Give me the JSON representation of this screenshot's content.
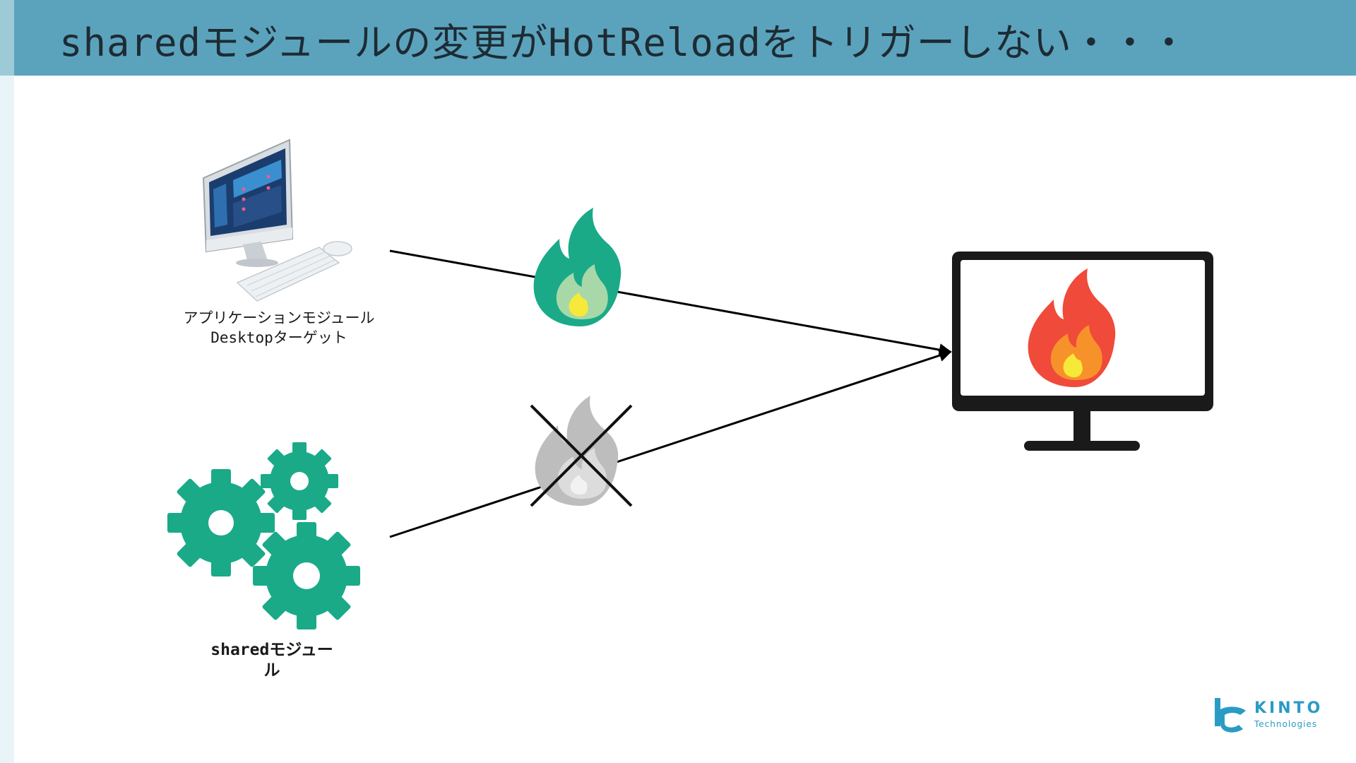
{
  "header": {
    "title": "sharedモジュールの変更がHotReloadをトリガーしない・・・"
  },
  "nodes": {
    "app_module": {
      "label_line1": "アプリケーションモジュール",
      "label_line2": "Desktopターゲット",
      "icon": "desktop-computer-icon"
    },
    "shared_module": {
      "label_line1": "sharedモジュー",
      "label_line2": "ル",
      "icon": "gears-icon"
    },
    "target_display": {
      "icon": "monitor-icon"
    }
  },
  "edges": [
    {
      "from": "app_module",
      "to": "target_display",
      "marker": "green-fire-icon",
      "status": "triggers"
    },
    {
      "from": "shared_module",
      "to": "target_display",
      "marker": "gray-fire-crossed-icon",
      "status": "blocked"
    }
  ],
  "logo": {
    "word": "KINTO",
    "sub": "Technologies"
  },
  "colors": {
    "header": "#5ba3bd",
    "gear": "#1aaa88",
    "green_flame": "#1aaa88",
    "red_flame": "#f04a3a",
    "gray_flame": "#bdbdbd",
    "logo": "#2a9bc5"
  }
}
